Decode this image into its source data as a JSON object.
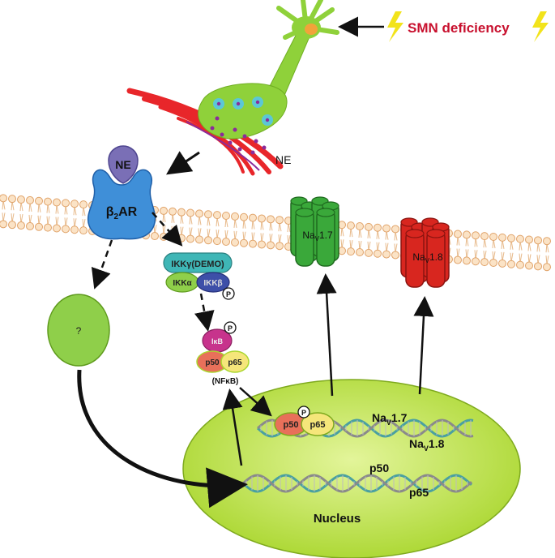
{
  "header": {
    "trigger_label": "SMN deficiency",
    "trigger_color": "#c8102e",
    "lightning_color": "#f2e31b"
  },
  "neuron": {
    "transmitter_label": "NE",
    "body_color": "#8fd13a",
    "nucleus_color": "#f2a33a",
    "muscle_color": "#e8262a"
  },
  "receptor": {
    "ligand_label": "NE",
    "receptor_label_main": "β",
    "receptor_label_sub": "2",
    "receptor_label_tail": "AR",
    "receptor_color": "#3f8fd8",
    "ligand_color": "#7a6fb6"
  },
  "unknown_mediator": {
    "label": "?",
    "color": "#8fcf4a"
  },
  "ikk_complex": {
    "top_label": "IKKγ(DEMO)",
    "left_label": "IKKα",
    "right_label": "IKKβ",
    "phospho_label": "P"
  },
  "nfkb_complex": {
    "ikb_label": "IκB",
    "phospho_label": "P",
    "p50_label": "p50",
    "p65_label": "p65",
    "complex_label": "(NFκB)"
  },
  "channels": [
    {
      "label_main": "Na",
      "label_sub": "V",
      "label_tail": "1.7",
      "color": "#3aa83a"
    },
    {
      "label_main": "Na",
      "label_sub": "V",
      "label_tail": "1.8",
      "color": "#d8261f"
    }
  ],
  "nucleus": {
    "label": "Nucleus",
    "color": "#b6e23a",
    "bound_p50": "p50",
    "bound_p65": "p65",
    "bound_phospho": "P",
    "gene_a_main": "Na",
    "gene_a_sub": "V",
    "gene_a_tail": "1.7",
    "gene_b_main": "Na",
    "gene_b_sub": "V",
    "gene_b_tail": "1.8",
    "gene_c": "p50",
    "gene_d": "p65"
  }
}
